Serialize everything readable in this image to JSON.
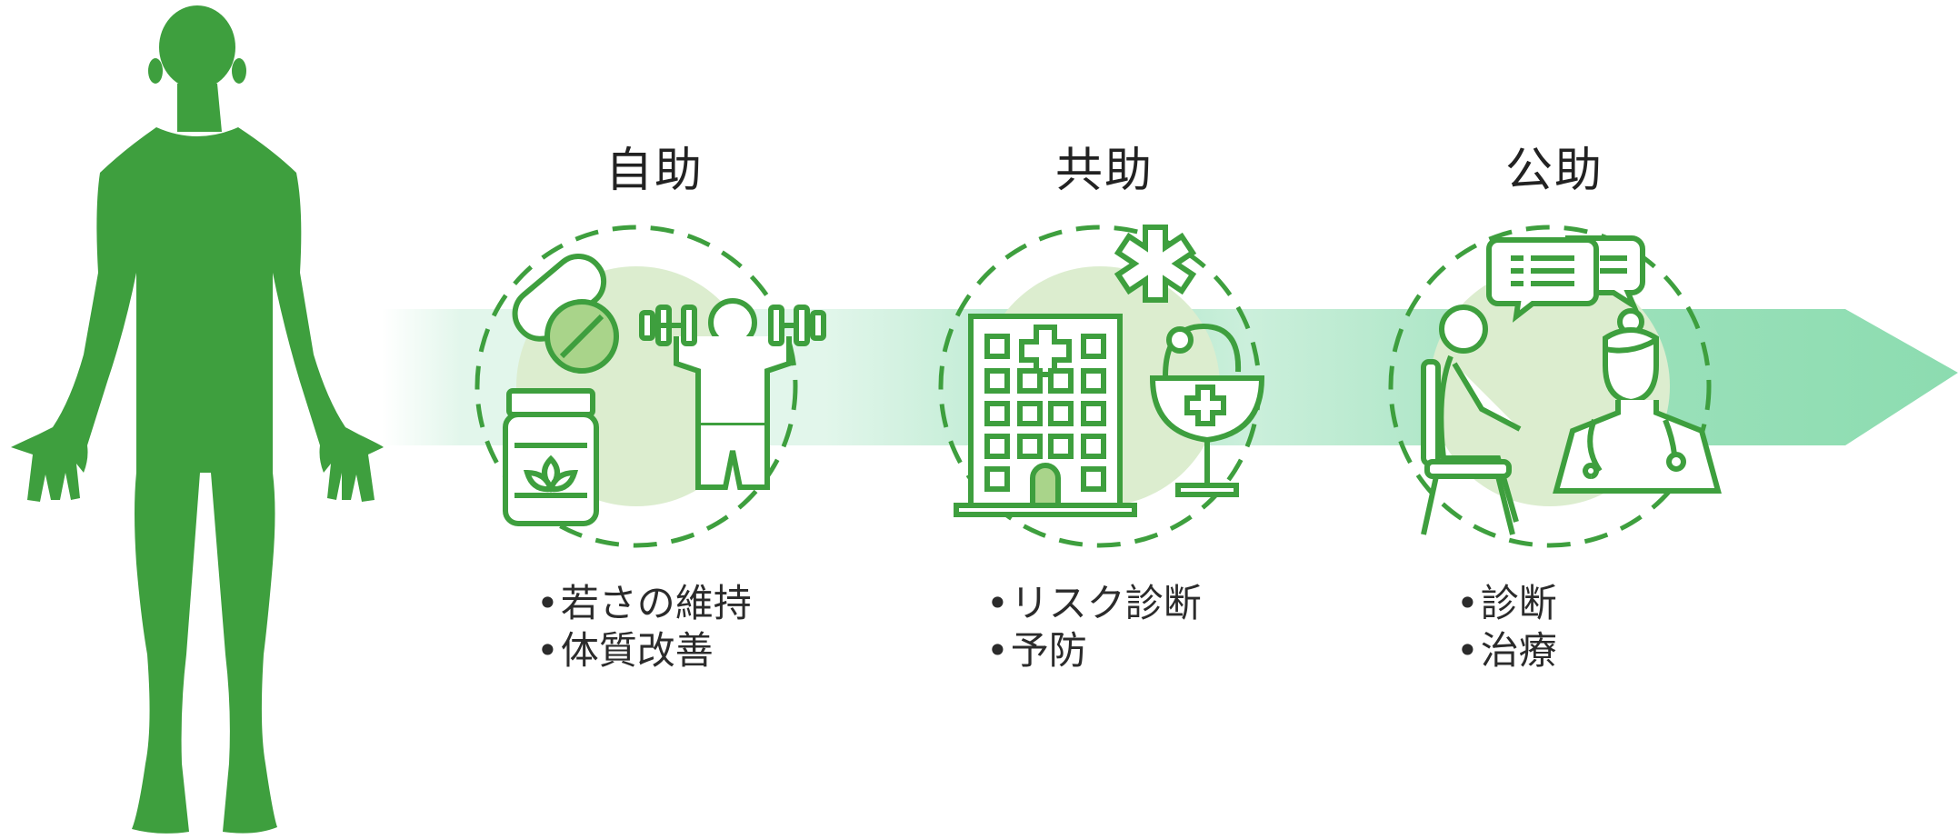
{
  "columns": [
    {
      "title": "自助",
      "items": [
        "若さの維持",
        "体質改善"
      ]
    },
    {
      "title": "共助",
      "items": [
        "リスク診断",
        "予防"
      ]
    },
    {
      "title": "公助",
      "items": [
        "診断",
        "治療"
      ]
    }
  ],
  "colors": {
    "green": "#3e9f3e",
    "light_green": "#dcedcf",
    "arrow_green": "#8cdcb0"
  },
  "icons": {
    "left": "human-silhouette",
    "self_help": [
      "pill-capsule-icon",
      "supplement-jar-icon",
      "dumbbell-workout-icon"
    ],
    "mutual_help": [
      "hospital-building-icon",
      "medical-star-icon",
      "pharmacy-bowl-icon"
    ],
    "public_help": [
      "seated-patient-icon",
      "chat-bubbles-icon",
      "doctor-icon"
    ]
  }
}
